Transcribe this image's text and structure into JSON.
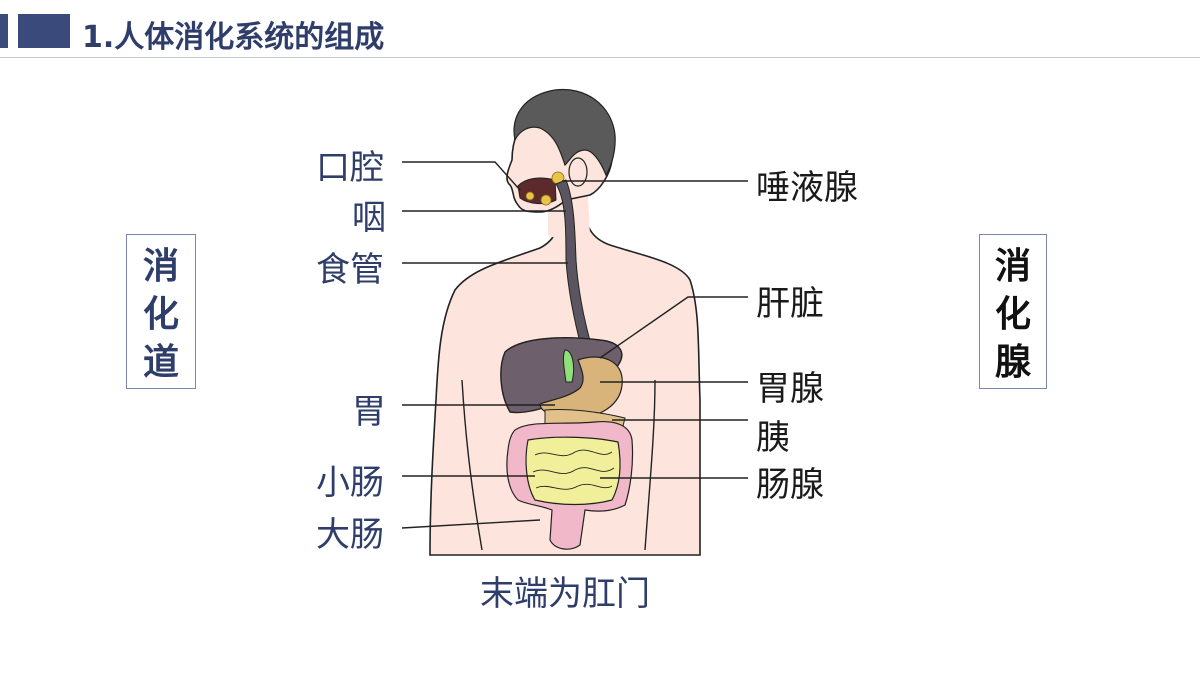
{
  "title": "1.人体消化系统的组成",
  "left_box": {
    "chars": [
      "消",
      "化",
      "道"
    ]
  },
  "right_box": {
    "chars": [
      "消",
      "化",
      "腺"
    ]
  },
  "left_labels": [
    "口腔",
    "咽",
    "食管",
    "胃",
    "小肠",
    "大肠"
  ],
  "right_labels": [
    "唾液腺",
    "肝脏",
    "胃腺",
    "胰",
    "肠腺"
  ],
  "bottom_label": "末端为肛门",
  "colors": {
    "accent": "#3a4a7a",
    "title_text": "#2f3d6b",
    "skin": "#fde4dc",
    "hair": "#5a5a5a",
    "liver": "#6d5f6c",
    "stomach": "#d9b47a",
    "small_intestine": "#f1ef9a",
    "large_intestine": "#f0b8c8",
    "gallbladder": "#8fe07a"
  }
}
